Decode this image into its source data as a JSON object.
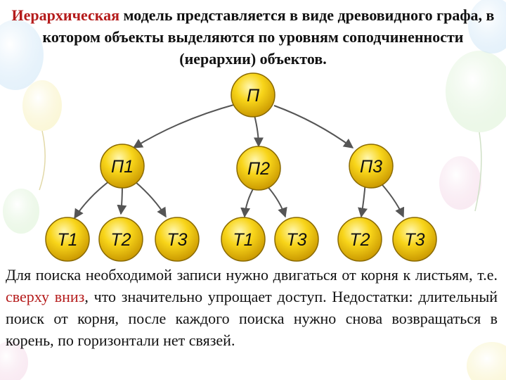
{
  "heading": {
    "part1": "Иерархическая",
    "part2": " модель представляется в виде древовидного графа, в котором объекты выделяются по уровням соподчиненности (иерархии) объектов."
  },
  "tree": {
    "root": "П",
    "level1": [
      "П1",
      "П2",
      "П3"
    ],
    "level2": [
      "Т1",
      "Т2",
      "Т3",
      "Т1",
      "Т3",
      "Т2",
      "Т3"
    ],
    "edges": [
      [
        "П",
        "П1"
      ],
      [
        "П",
        "П2"
      ],
      [
        "П",
        "П3"
      ],
      [
        "П1",
        "Т1"
      ],
      [
        "П1",
        "Т2"
      ],
      [
        "П1",
        "Т3"
      ],
      [
        "П2",
        "Т1"
      ],
      [
        "П2",
        "Т3"
      ],
      [
        "П3",
        "Т2"
      ],
      [
        "П3",
        "Т3"
      ]
    ]
  },
  "description": {
    "part1": "Для поиска необходимой записи нужно двигаться от корня к листьям, т.е. ",
    "accent": "сверху вниз",
    "part2": ", что значительно упрощает доступ. Недостатки: длительный поиск от корня, после каждого поиска нужно снова возвращаться в корень, по горизонтали нет связей."
  },
  "colors": {
    "node_fill": "#f5cc10",
    "node_border": "#8a6a00",
    "accent_text": "#b51c1c",
    "edge": "#555555"
  }
}
